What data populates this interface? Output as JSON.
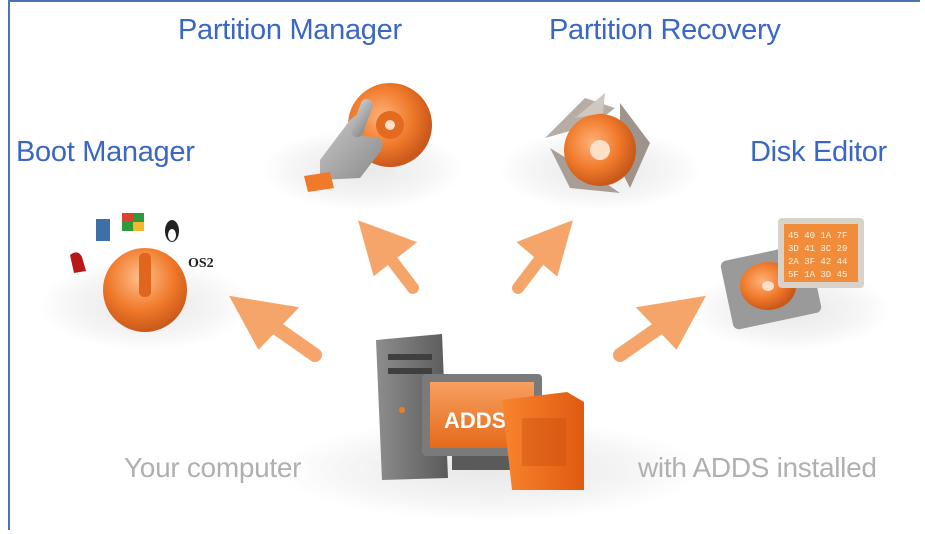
{
  "labels": {
    "partition_manager": "Partition Manager",
    "partition_recovery": "Partition Recovery",
    "boot_manager": "Boot Manager",
    "disk_editor": "Disk Editor"
  },
  "captions": {
    "left": "Your computer",
    "right": "with ADDS installed"
  },
  "computer": {
    "screen_text": "ADDS"
  },
  "boot_manager": {
    "os_label": "OS2"
  },
  "disk_editor": {
    "hex_rows": [
      "45 40 1A 7F",
      "3D 41 3C 29",
      "2A 3F 42 44",
      "5F 1A 3D 45"
    ]
  },
  "colors": {
    "label_blue": "#3a66c4",
    "caption_gray": "#b0b0b0",
    "accent_orange": "#f07a2a",
    "arrow_orange": "#f6a56a",
    "frame_blue": "#4a74b8"
  },
  "icons": [
    "hand-disc-icon",
    "recycle-disc-icon",
    "boot-dial-icon",
    "disk-editor-icon",
    "computer-icon",
    "arrow-icon"
  ]
}
